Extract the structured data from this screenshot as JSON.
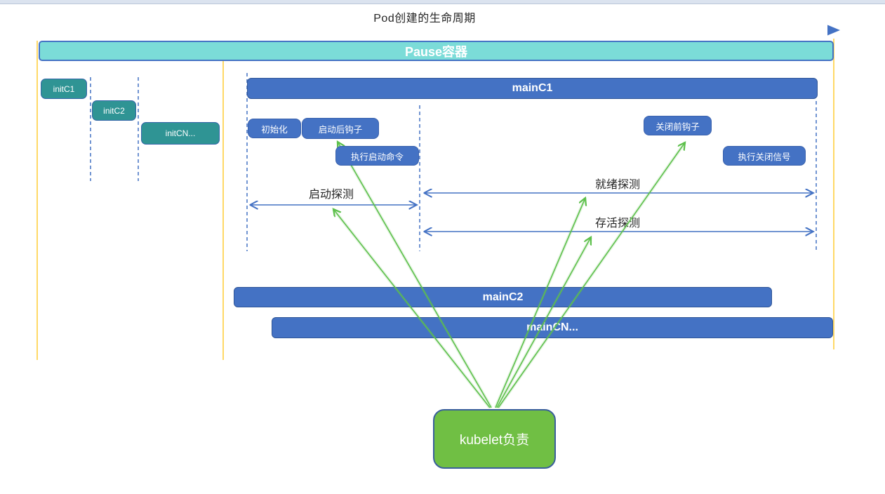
{
  "title": "Pod创建的生命周期",
  "pause": {
    "label": "Pause容器"
  },
  "init_containers": [
    {
      "label": "initC1"
    },
    {
      "label": "initC2"
    },
    {
      "label": "initCN..."
    }
  ],
  "main_containers": [
    {
      "label": "mainC1"
    },
    {
      "label": "mainC2"
    },
    {
      "label": "mainCN..."
    }
  ],
  "hooks": [
    {
      "id": "initialize",
      "label": "初始化"
    },
    {
      "id": "post-start-hook",
      "label": "启动后钩子"
    },
    {
      "id": "exec-start-command",
      "label": "执行启动命令"
    },
    {
      "id": "pre-stop-hook",
      "label": "关闭前钩子"
    },
    {
      "id": "exec-stop-signal",
      "label": "执行关闭信号"
    }
  ],
  "probes": [
    {
      "id": "startup-probe",
      "label": "启动探测"
    },
    {
      "id": "readiness-probe",
      "label": "就绪探测"
    },
    {
      "id": "liveness-probe",
      "label": "存活探测"
    }
  ],
  "kubelet": {
    "label": "kubelet负责"
  },
  "colors": {
    "accent_blue": "#4472c4",
    "teal_fill": "#2f9494",
    "pause_fill": "#7bdcd8",
    "kubelet_green": "#70bf44",
    "arrow_green": "#5dc04b",
    "guide_yellow": "#ffd966"
  }
}
